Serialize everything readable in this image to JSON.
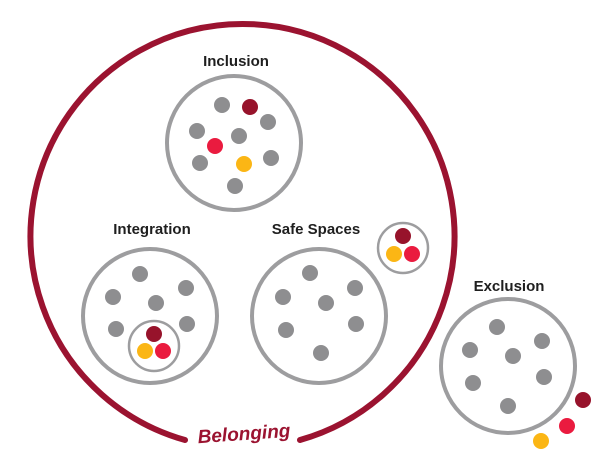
{
  "colors": {
    "belonging_ring": "#9b1330",
    "group_ring": "#9d9d9f",
    "gray_dot": "#8e8e90",
    "dark_red_dot": "#97132b",
    "red_dot": "#ea1b3f",
    "yellow_dot": "#fbb615",
    "label_text": "#1f1f1f"
  },
  "belonging": {
    "label": "Belonging"
  },
  "groups": [
    {
      "name": "inclusion",
      "label": "Inclusion"
    },
    {
      "name": "integration",
      "label": "Integration"
    },
    {
      "name": "safe-spaces",
      "label": "Safe Spaces"
    },
    {
      "name": "exclusion",
      "label": "Exclusion"
    }
  ]
}
